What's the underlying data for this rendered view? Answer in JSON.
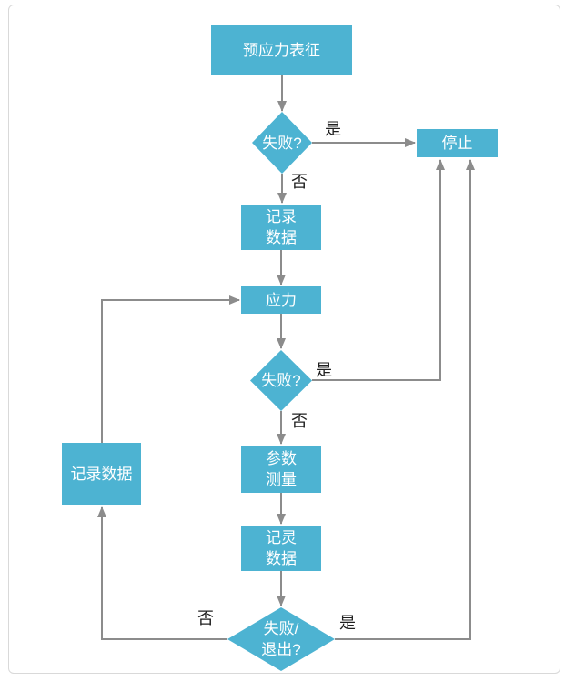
{
  "colors": {
    "node_fill": "#4db3d2",
    "node_text": "#ffffff",
    "connector": "#8c8c8c",
    "edge_label_text": "#1f1f1f",
    "canvas_border": "#d9d9d9",
    "background": "#ffffff"
  },
  "flowchart": {
    "nodes": [
      {
        "id": "prestress-characterization",
        "type": "process",
        "label": "预应力表征"
      },
      {
        "id": "fail-check-1",
        "type": "decision",
        "label": "失败?"
      },
      {
        "id": "stop",
        "type": "process",
        "label": "停止"
      },
      {
        "id": "record-data-1",
        "type": "process",
        "label": "记录\n数据"
      },
      {
        "id": "stress",
        "type": "process",
        "label": "应力"
      },
      {
        "id": "fail-check-2",
        "type": "decision",
        "label": "失败?"
      },
      {
        "id": "parameter-measurement",
        "type": "process",
        "label": "参数\n测量"
      },
      {
        "id": "record-data-2",
        "type": "process",
        "label": "记灵\n数据"
      },
      {
        "id": "fail-exit-check",
        "type": "decision",
        "label": "失败/\n退出?"
      },
      {
        "id": "record-data-left",
        "type": "process",
        "label": "记录数据"
      }
    ],
    "edges": [
      {
        "from": "prestress-characterization",
        "to": "fail-check-1"
      },
      {
        "from": "fail-check-1",
        "to": "stop",
        "label": "是"
      },
      {
        "from": "fail-check-1",
        "to": "record-data-1",
        "label": "否"
      },
      {
        "from": "record-data-1",
        "to": "stress"
      },
      {
        "from": "stress",
        "to": "fail-check-2"
      },
      {
        "from": "fail-check-2",
        "to": "stop",
        "label": "是"
      },
      {
        "from": "fail-check-2",
        "to": "parameter-measurement",
        "label": "否"
      },
      {
        "from": "parameter-measurement",
        "to": "record-data-2"
      },
      {
        "from": "record-data-2",
        "to": "fail-exit-check"
      },
      {
        "from": "fail-exit-check",
        "to": "record-data-left",
        "label": "否"
      },
      {
        "from": "record-data-left",
        "to": "stress"
      },
      {
        "from": "fail-exit-check",
        "to": "stop",
        "label": "是"
      }
    ]
  }
}
